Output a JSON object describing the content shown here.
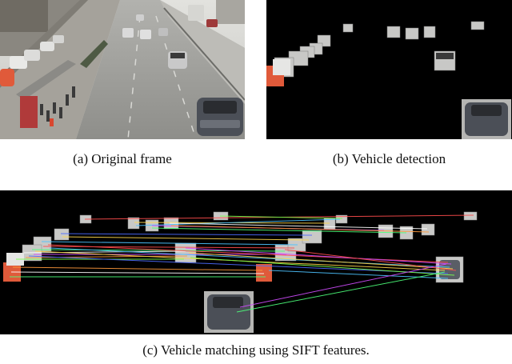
{
  "figure": {
    "subfigures": [
      {
        "id": "a",
        "caption": "(a) Original frame",
        "content": "road traffic photograph"
      },
      {
        "id": "b",
        "caption": "(b) Vehicle detection",
        "content": "detected vehicle crops on black background"
      },
      {
        "id": "c",
        "caption": "(c) Vehicle matching using SIFT features.",
        "content": "matched vehicle crops connected by colored SIFT correspondence lines"
      }
    ]
  },
  "colors": {
    "background": "#000000",
    "road": "#9a9a98",
    "sky": "#d8d8d4",
    "match_lines": [
      "#ff4d4d",
      "#ffd84d",
      "#4dff7a",
      "#4dc3ff",
      "#d14dff",
      "#ffffff",
      "#ff9a3c",
      "#7cff4d",
      "#4d6bff"
    ]
  }
}
